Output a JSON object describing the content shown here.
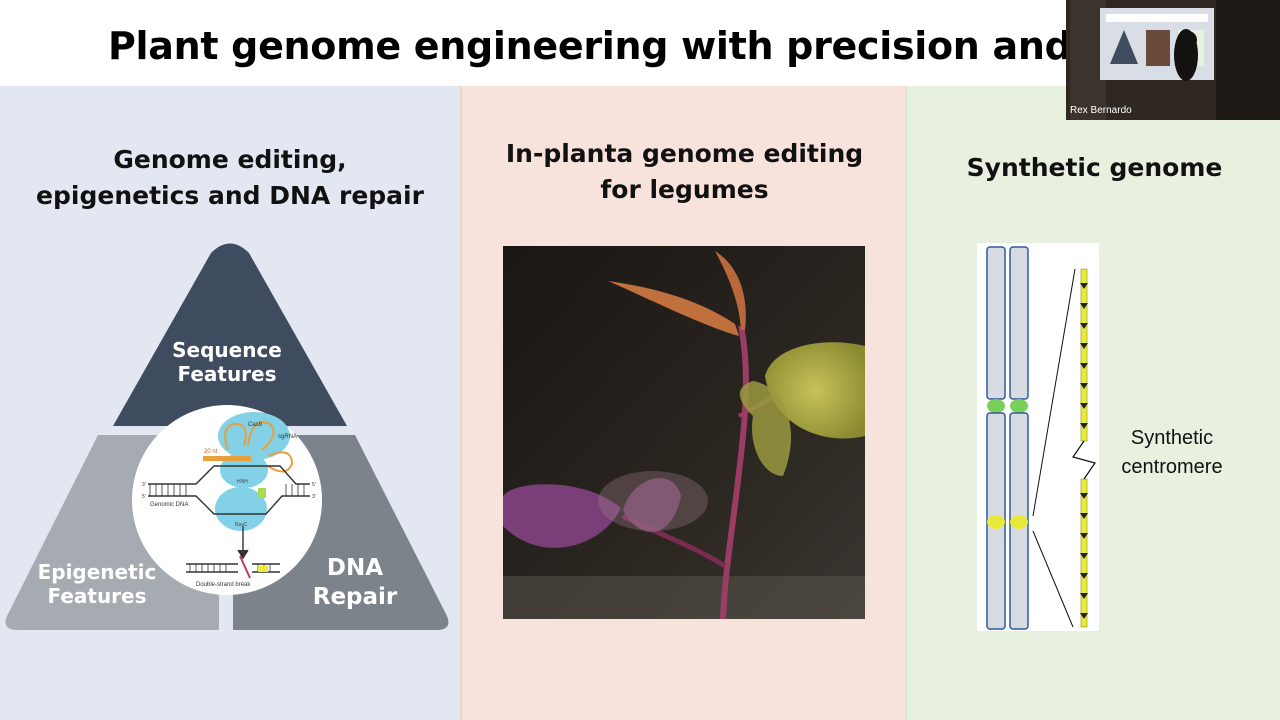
{
  "slide": {
    "title": "Plant genome engineering with precision and at"
  },
  "panels": {
    "left": {
      "heading_line1": "Genome editing,",
      "heading_line2": "epigenetics and DNA repair",
      "segments": {
        "top_line1": "Sequence",
        "top_line2": "Features",
        "left_line1": "Epigenetic",
        "left_line2": "Features",
        "right_line1": "DNA",
        "right_line2": "Repair"
      },
      "diagram": {
        "cas9": "Cas9",
        "sgrna": "sgRNA",
        "length": "20 nt",
        "hnh": "HNH",
        "ruvc": "RuvC",
        "genomic_dna": "Genomic DNA",
        "break": "Double-strand break",
        "end5": "5'",
        "end3": "3'"
      }
    },
    "middle": {
      "heading_line1": "In-planta genome editing",
      "heading_line2": "for legumes"
    },
    "right": {
      "heading": "Synthetic genome",
      "label_line1": "Synthetic",
      "label_line2": "centromere"
    }
  },
  "webcam": {
    "name": "Rex Bernardo"
  },
  "colors": {
    "panel_blue": "#e2e7f2",
    "panel_pink": "#f7e3dc",
    "panel_green": "#e8f1e0",
    "triangle_dark": "#3f4b5e",
    "triangle_grey": "#a6abb1",
    "cas9_blue": "#82d1e6",
    "sgrna_orange": "#e8a03c",
    "centromere_green": "#78d05a",
    "centromere_yellow": "#e8ea3a"
  }
}
